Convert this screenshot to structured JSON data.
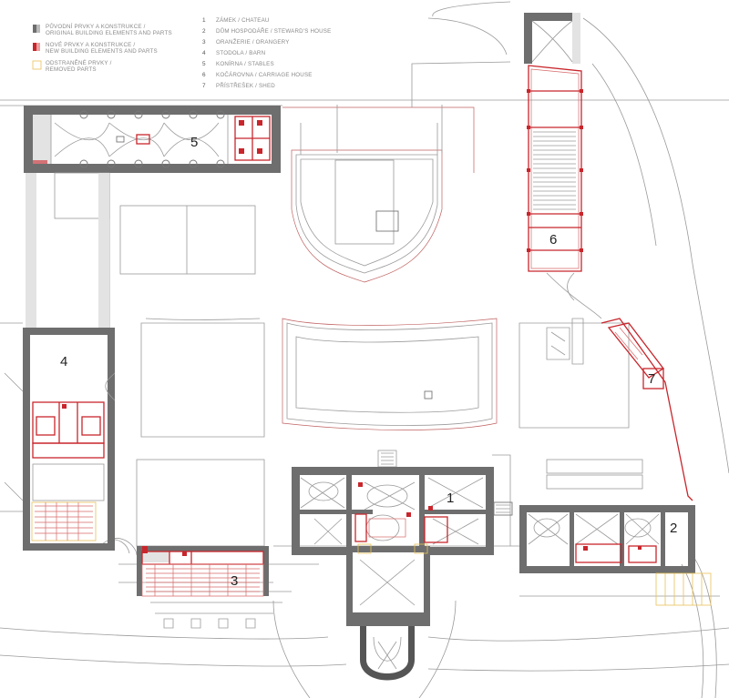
{
  "legend": {
    "original": "PŮVODNÍ PRVKY A KONSTRUKCE / ORIGINAL BUILDING ELEMENTS AND PARTS",
    "original_line1": "PŮVODNÍ PRVKY A KONSTRUKCE /",
    "original_line2": "ORIGINAL BUILDING ELEMENTS AND PARTS",
    "new_line1": "NOVÉ PRVKY A KONSTRUKCE /",
    "new_line2": "NEW BUILDING ELEMENTS AND PARTS",
    "removed_line1": "ODSTRANĚNÉ PRVKY /",
    "removed_line2": "REMOVED PARTS",
    "colors": {
      "original": "#6e6e6e",
      "new": "#c8262c",
      "removed": "#e8c25a"
    }
  },
  "building_list": [
    {
      "num": "1",
      "label": "ZÁMEK / CHATEAU"
    },
    {
      "num": "2",
      "label": "DŮM HOSPODÁŘE / STEWARD'S HOUSE"
    },
    {
      "num": "3",
      "label": "ORANŽERIE / ORANGERY"
    },
    {
      "num": "4",
      "label": "STODOLA / BARN"
    },
    {
      "num": "5",
      "label": "KONÍRNA / STABLES"
    },
    {
      "num": "6",
      "label": "KOČÁROVNA / CARRIAGE HOUSE"
    },
    {
      "num": "7",
      "label": "PŘÍSTŘEŠEK / SHED"
    }
  ],
  "plan_labels": {
    "b1": "1",
    "b2": "2",
    "b3": "3",
    "b4": "4",
    "b5": "5",
    "b6": "6",
    "b7": "7"
  }
}
